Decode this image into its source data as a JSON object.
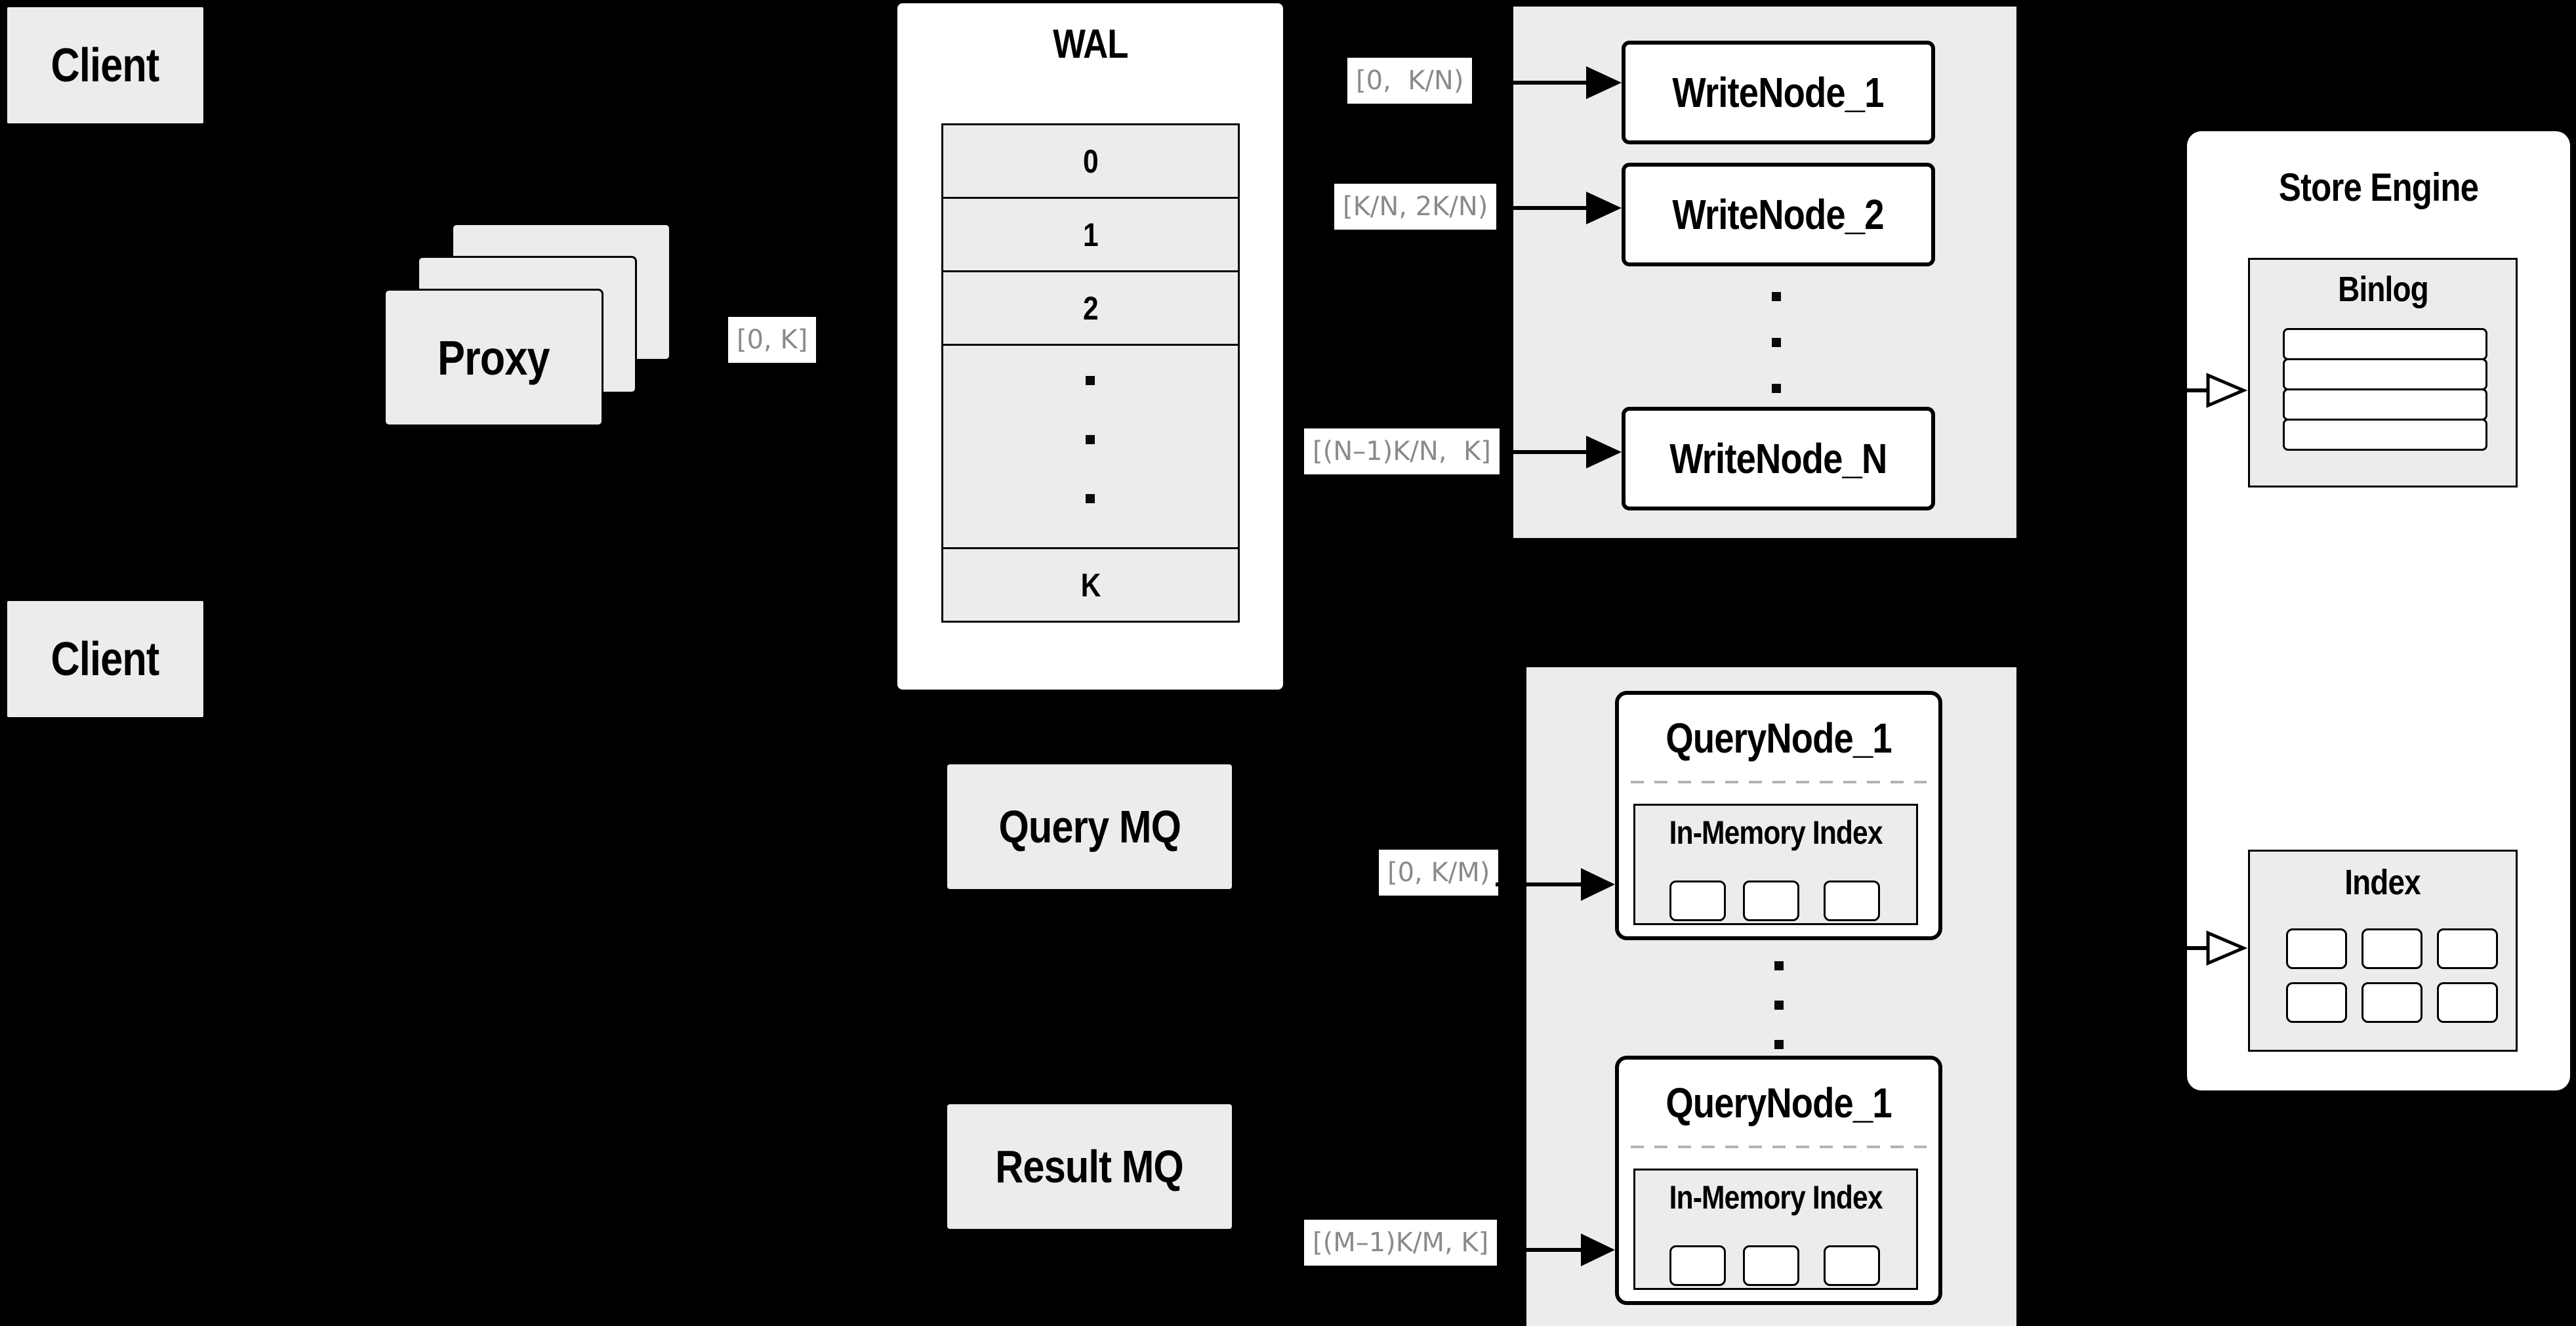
{
  "diagram": {
    "background": "#000000",
    "panel_gray": "#ececec",
    "line_color": "#000000",
    "range_label_color": "#8a8a8a"
  },
  "clients": {
    "top": "Client",
    "bottom": "Client"
  },
  "proxy": {
    "label": "Proxy"
  },
  "wal": {
    "title": "WAL",
    "segments": [
      "0",
      "1",
      "2",
      "K"
    ]
  },
  "range_labels": {
    "proxy_out": "[0, K]",
    "write_1": "[0,  K/N)",
    "write_2": "[K/N, 2K/N)",
    "write_n": "[(N–1)K/N,  K]",
    "query_first": "[0, K/M)",
    "query_last": "[(M–1)K/M, K]"
  },
  "write_nodes": {
    "node_1": "WriteNode_1",
    "node_2": "WriteNode_2",
    "node_n": "WriteNode_N"
  },
  "query_nodes": {
    "node_top": {
      "title": "QueryNode_1",
      "inner_title": "In-Memory Index"
    },
    "node_bottom": {
      "title": "QueryNode_1",
      "inner_title": "In-Memory Index"
    }
  },
  "mq": {
    "query": "Query MQ",
    "result": "Result MQ"
  },
  "store_engine": {
    "title": "Store Engine",
    "binlog_title": "Binlog",
    "index_title": "Index"
  }
}
